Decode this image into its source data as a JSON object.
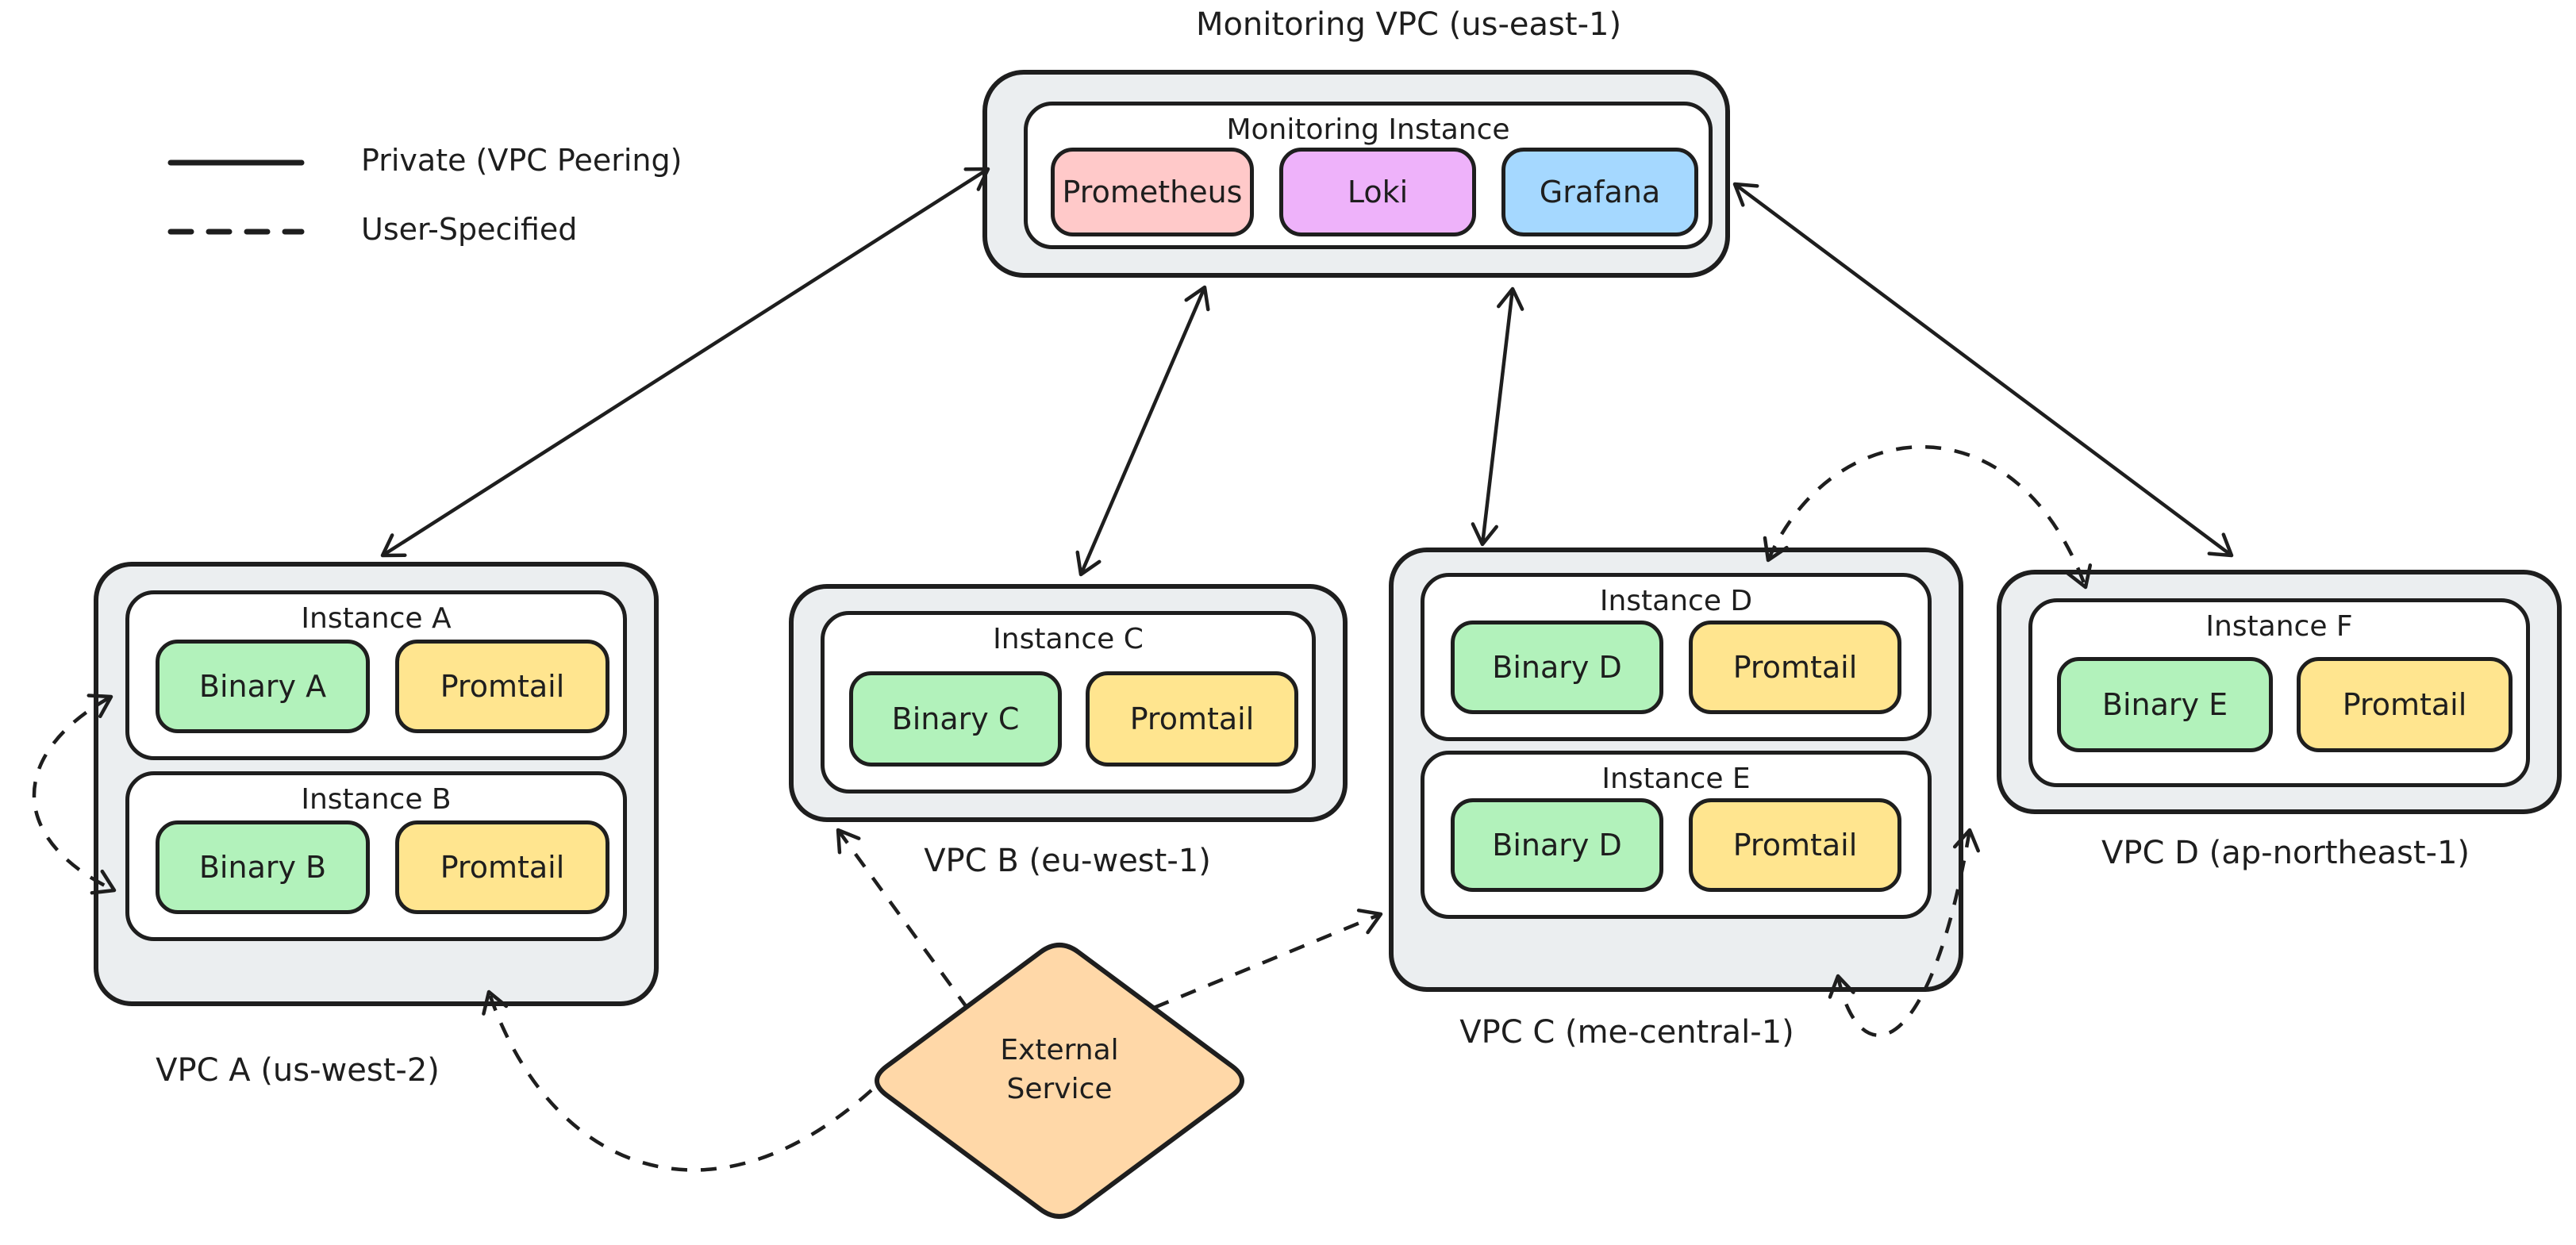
{
  "legend": {
    "items": [
      {
        "style": "solid",
        "label": "Private (VPC Peering)"
      },
      {
        "style": "dashed",
        "label": "User-Specified"
      }
    ]
  },
  "monitoring_vpc": {
    "title": "Monitoring VPC (us-east-1)",
    "instance": {
      "title": "Monitoring Instance",
      "components": [
        {
          "label": "Prometheus",
          "color": "#ffc9c9"
        },
        {
          "label": "Loki",
          "color": "#eeb2fa"
        },
        {
          "label": "Grafana",
          "color": "#a5d8ff"
        }
      ]
    }
  },
  "vpcs": [
    {
      "label": "VPC A (us-west-2)",
      "instances": [
        {
          "title": "Instance A",
          "components": [
            {
              "label": "Binary A",
              "color": "#b2f2bb"
            },
            {
              "label": "Promtail",
              "color": "#ffe58f"
            }
          ]
        },
        {
          "title": "Instance B",
          "components": [
            {
              "label": "Binary B",
              "color": "#b2f2bb"
            },
            {
              "label": "Promtail",
              "color": "#ffe58f"
            }
          ]
        }
      ]
    },
    {
      "label": "VPC B (eu-west-1)",
      "instances": [
        {
          "title": "Instance C",
          "components": [
            {
              "label": "Binary C",
              "color": "#b2f2bb"
            },
            {
              "label": "Promtail",
              "color": "#ffe58f"
            }
          ]
        }
      ]
    },
    {
      "label": "VPC C (me-central-1)",
      "instances": [
        {
          "title": "Instance D",
          "components": [
            {
              "label": "Binary D",
              "color": "#b2f2bb"
            },
            {
              "label": "Promtail",
              "color": "#ffe58f"
            }
          ]
        },
        {
          "title": "Instance E",
          "components": [
            {
              "label": "Binary D",
              "color": "#b2f2bb"
            },
            {
              "label": "Promtail",
              "color": "#ffe58f"
            }
          ]
        }
      ]
    },
    {
      "label": "VPC D (ap-northeast-1)",
      "instances": [
        {
          "title": "Instance F",
          "components": [
            {
              "label": "Binary E",
              "color": "#b2f2bb"
            },
            {
              "label": "Promtail",
              "color": "#ffe58f"
            }
          ]
        }
      ]
    }
  ],
  "external_service": {
    "line1": "External",
    "line2": "Service",
    "color": "#ffd8a8"
  },
  "connections": [
    {
      "type": "private (vpc peering)",
      "from": "Monitoring Instance",
      "to": "VPC A"
    },
    {
      "type": "private (vpc peering)",
      "from": "Monitoring Instance",
      "to": "VPC B"
    },
    {
      "type": "private (vpc peering)",
      "from": "Monitoring Instance",
      "to": "VPC C"
    },
    {
      "type": "private (vpc peering)",
      "from": "Monitoring Instance",
      "to": "VPC D"
    },
    {
      "type": "user-specified",
      "from": "Instance A",
      "to": "Instance B"
    },
    {
      "type": "user-specified",
      "from": "External Service",
      "to": "VPC A (Instance B)"
    },
    {
      "type": "user-specified",
      "from": "External Service",
      "to": "VPC B (Instance C)"
    },
    {
      "type": "user-specified",
      "from": "External Service",
      "to": "VPC C (Instance E)"
    },
    {
      "type": "user-specified",
      "from": "VPC C (Instance D)",
      "to": "VPC D (Instance F)"
    },
    {
      "type": "user-specified",
      "from": "VPC C (Instance E)",
      "to": "VPC D (Instance F)"
    }
  ],
  "colors": {
    "stroke": "#1e1e1e",
    "vpc_fill": "#ebeef0",
    "instance_fill": "#ffffff",
    "binary": "#b2f2bb",
    "promtail": "#ffe58f",
    "prometheus": "#ffc9c9",
    "loki": "#eeb2fa",
    "grafana": "#a5d8ff",
    "external": "#ffd8a8"
  }
}
